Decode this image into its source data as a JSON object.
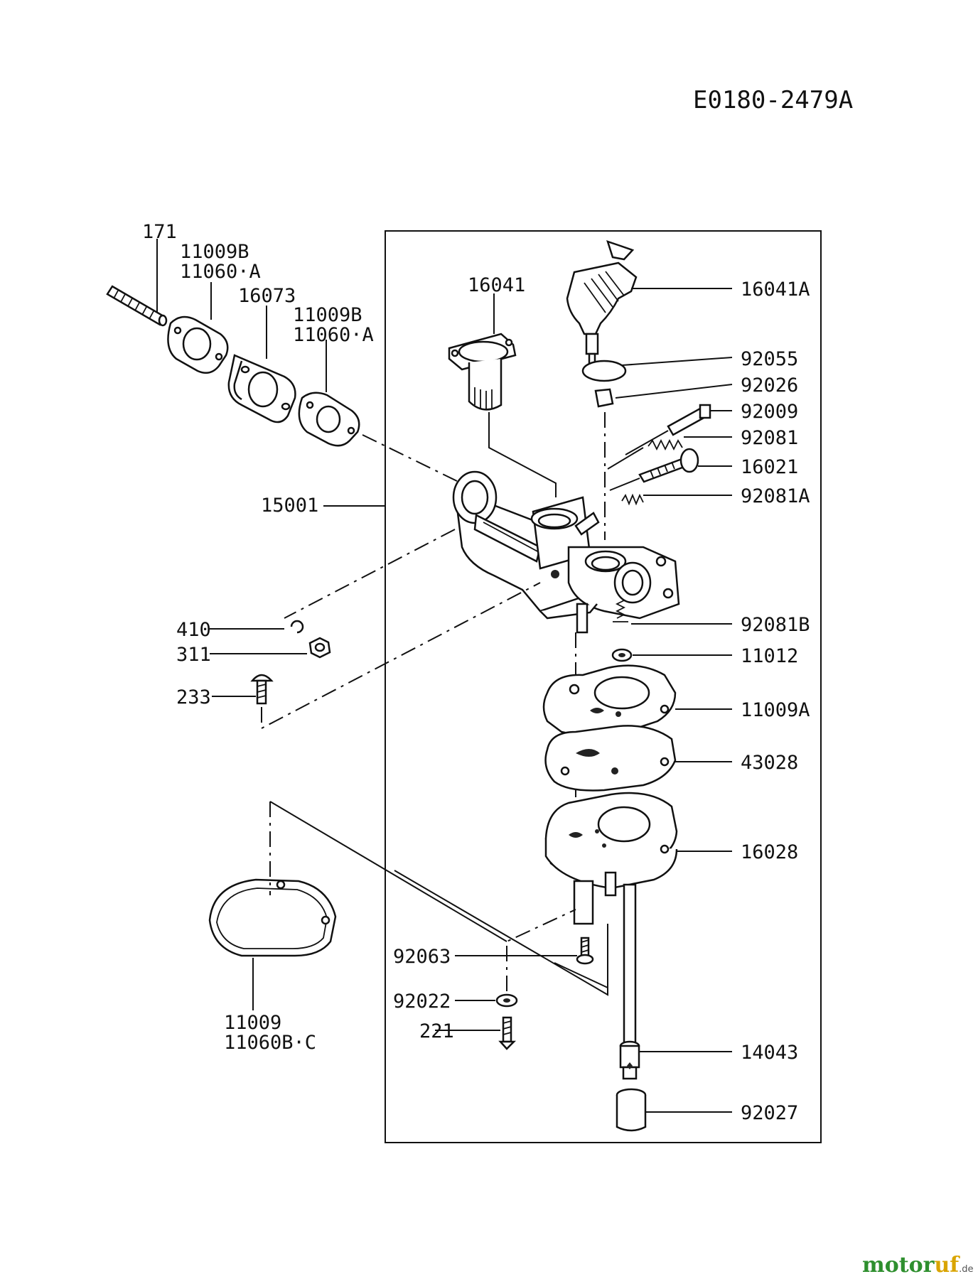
{
  "diagram": {
    "code": "E0180-2479A",
    "callouts": {
      "c171": "171",
      "c11009B_a": "11009B",
      "c11060A_a": "11060·A",
      "c16073": "16073",
      "c11009B_b": "11009B",
      "c11060A_b": "11060·A",
      "c16041": "16041",
      "c16041A": "16041A",
      "c92055": "92055",
      "c92026": "92026",
      "c92009": "92009",
      "c92081": "92081",
      "c16021": "16021",
      "c92081A": "92081A",
      "c15001": "15001",
      "c410": "410",
      "c311": "311",
      "c233": "233",
      "c92081B": "92081B",
      "c11012": "11012",
      "c11009A": "11009A",
      "c43028": "43028",
      "c16028": "16028",
      "c92063": "92063",
      "c92022": "92022",
      "c221": "221",
      "c11009": "11009",
      "c11060BC": "11060B·C",
      "c14043": "14043",
      "c92027": "92027"
    }
  },
  "watermark": {
    "part1": "motor",
    "part2": "uf",
    "suffix": ".de"
  }
}
